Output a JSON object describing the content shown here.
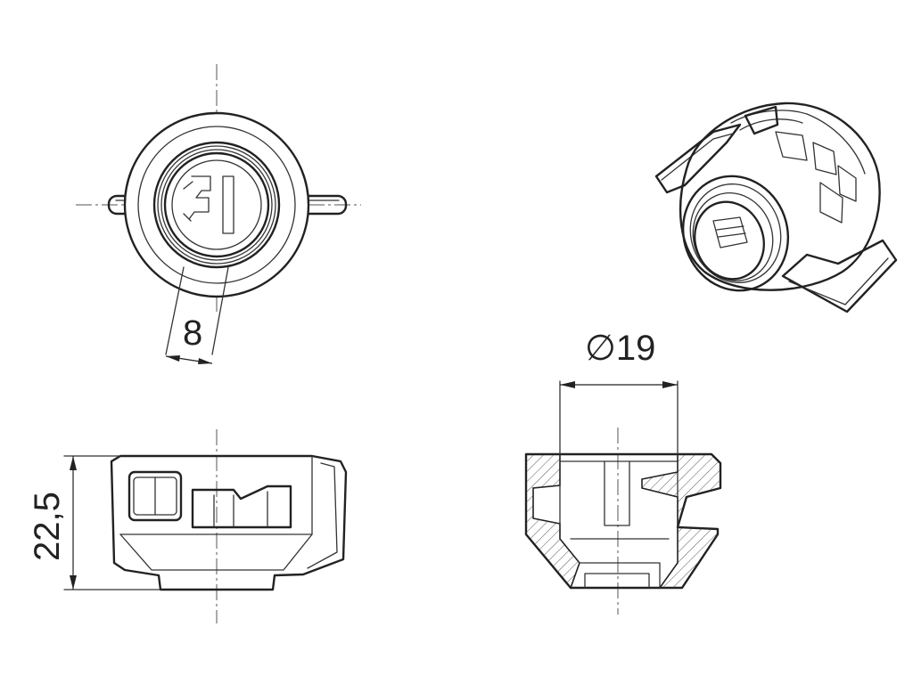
{
  "dimensions": {
    "slot_width": "8",
    "diameter": "∅19",
    "height": "22,5"
  }
}
